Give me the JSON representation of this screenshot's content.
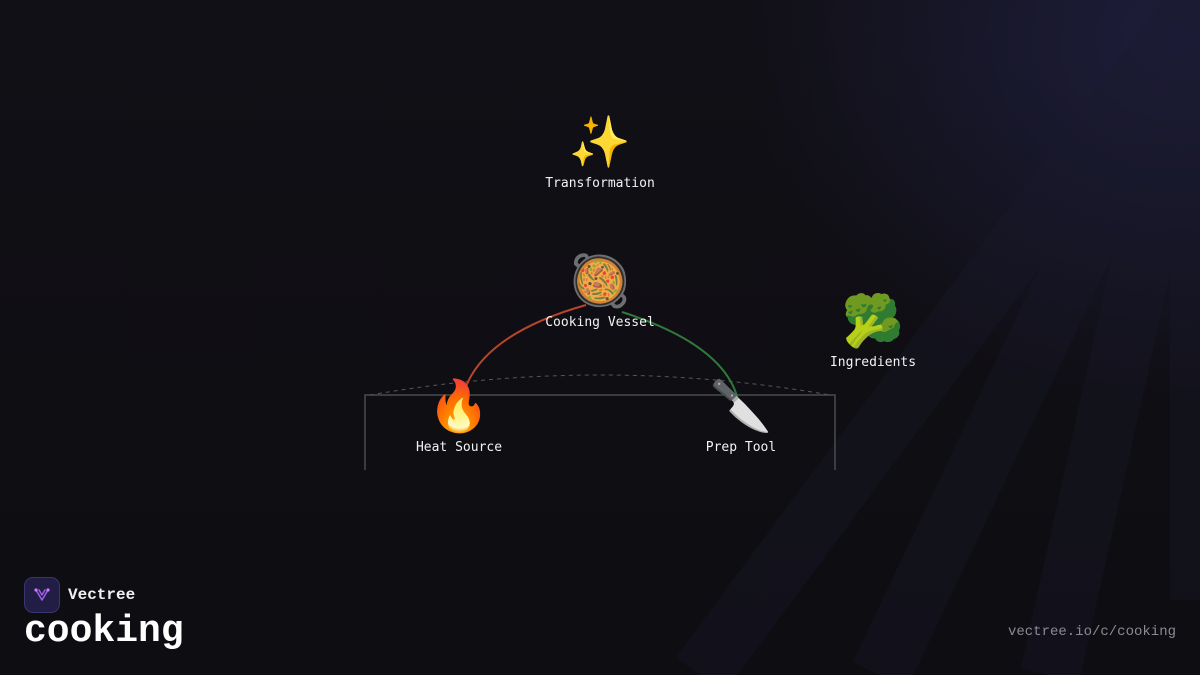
{
  "nodes": {
    "transformation": {
      "emoji": "✨",
      "label": "Transformation"
    },
    "cooking_vessel": {
      "emoji": "🥘",
      "label": "Cooking Vessel"
    },
    "ingredients": {
      "emoji": "🥦",
      "label": "Ingredients"
    },
    "heat_source": {
      "emoji": "🔥",
      "label": "Heat Source"
    },
    "prep_tool": {
      "emoji": "🔪",
      "label": "Prep Tool"
    }
  },
  "edges": [
    {
      "from": "heat_source",
      "to": "cooking_vessel",
      "color": "#b5462a"
    },
    {
      "from": "prep_tool",
      "to": "cooking_vessel",
      "color": "#2f7a3a"
    }
  ],
  "colors": {
    "background": "#0f0e13",
    "heat_edge": "#b5462a",
    "prep_edge": "#2f7a3a",
    "frame": "#4a4a50",
    "logo_bg": "#221d45",
    "logo_accent": "#9b5de5"
  },
  "brand": {
    "name": "Vectree",
    "icon": "vectree-logo"
  },
  "topic": "cooking",
  "url": "vectree.io/c/cooking"
}
